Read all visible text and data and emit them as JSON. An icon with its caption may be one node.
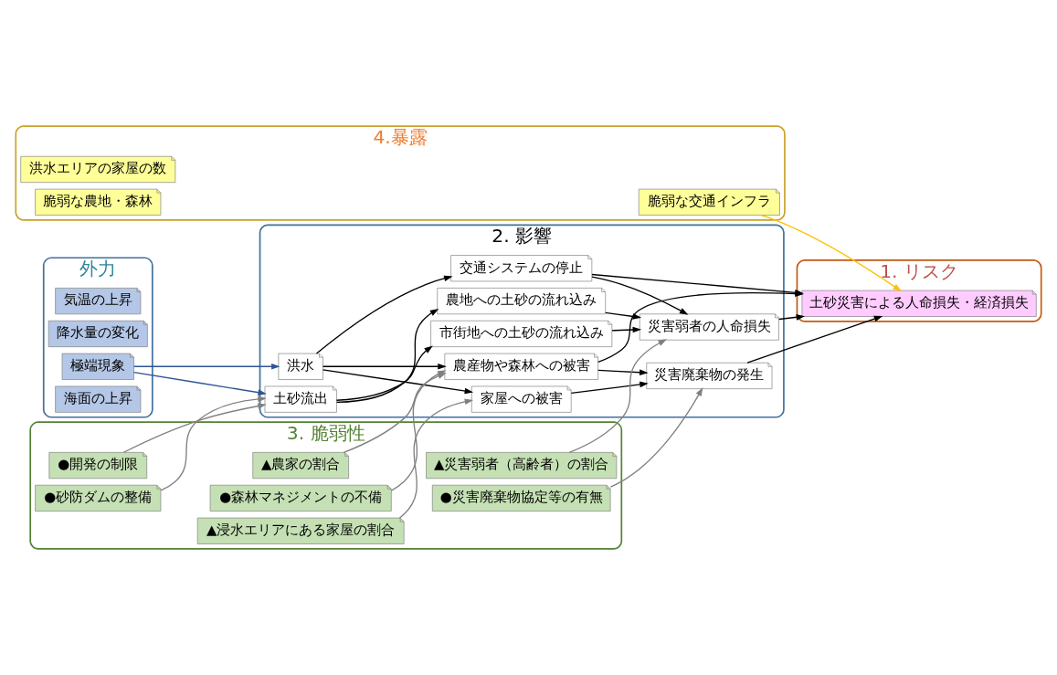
{
  "diagram": {
    "nodes": [
      {
        "text": [
          "外力"
        ]
      },
      {
        "text": [
          "気温の上昇"
        ],
        "in": 0
      },
      {
        "text": [
          "降水量の変化"
        ],
        "in": 0
      },
      {
        "text": [
          "極端現象"
        ],
        "in": 0
      },
      {
        "text": [
          "海面の上昇"
        ],
        "in": 0
      },
      {
        "text": [
          "2. 影響"
        ]
      },
      {
        "text": [
          "土砂流出"
        ],
        "in": 5
      },
      {
        "text": [
          "洪水"
        ],
        "in": 5
      },
      {
        "text": [
          "市街地への土砂の流れ込み"
        ],
        "in": 5
      },
      {
        "text": [
          "農地への土砂の流れ込み"
        ],
        "in": 5
      },
      {
        "text": [
          "家屋への被害"
        ],
        "in": 5
      },
      {
        "text": [
          "交通システムの停止"
        ],
        "in": 5
      },
      {
        "text": [
          "農産物や森林への被害"
        ],
        "in": 5
      },
      {
        "text": [
          "災害弱者の人命損失"
        ],
        "in": 5
      },
      {
        "text": [
          "災害廃棄物の発生"
        ],
        "in": 5
      },
      {
        "text": [
          "3. 脆弱性"
        ]
      },
      {
        "text": [
          "●開発の制限"
        ],
        "in": 15
      },
      {
        "text": [
          "●砂防ダムの整備"
        ],
        "in": 15
      },
      {
        "text": [
          "▲浸水エリアにある家屋の割合"
        ],
        "in": 15
      },
      {
        "text": [
          "▲農家の割合"
        ],
        "in": 15
      },
      {
        "text": [
          "●森林マネジメントの不備"
        ],
        "in": 15
      },
      {
        "text": [
          "▲災害弱者（高齢者）の割合"
        ],
        "in": 15
      },
      {
        "text": [
          "●災害廃棄物協定等の有無"
        ],
        "in": 15
      },
      {
        "text": [
          "4.暴露"
        ]
      },
      {
        "text": [
          "洪水エリアの家屋の数"
        ],
        "in": 23
      },
      {
        "text": [
          "脆弱な交通インフラ"
        ],
        "in": 23
      },
      {
        "text": [
          "脆弱な農地・森林"
        ],
        "in": 23
      },
      {
        "text": [
          "1. リスク"
        ]
      },
      {
        "text": [
          "土砂災害による人命損失・経済損失"
        ],
        "in": 27
      }
    ],
    "edges": [
      {
        "from": 3,
        "to": 6,
        "arrow": "to",
        "color": "#2f5597"
      },
      {
        "from": 3,
        "to": 7,
        "arrow": "to",
        "color": "#2f5597"
      },
      {
        "from": 6,
        "to": 8,
        "arrow": "to"
      },
      {
        "from": 6,
        "to": 9,
        "arrow": "to"
      },
      {
        "from": 7,
        "to": 10,
        "arrow": "to"
      },
      {
        "from": 7,
        "to": 11,
        "arrow": "to"
      },
      {
        "from": 7,
        "to": 12,
        "arrow": "to"
      },
      {
        "from": 8,
        "to": 13,
        "arrow": "to"
      },
      {
        "from": 9,
        "to": 13,
        "arrow": "to"
      },
      {
        "from": 11,
        "to": 13,
        "arrow": "to"
      },
      {
        "from": 10,
        "to": 14,
        "arrow": "to"
      },
      {
        "from": 12,
        "to": 14,
        "arrow": "to"
      },
      {
        "from": 13,
        "to": 28,
        "arrow": "to"
      },
      {
        "from": 14,
        "to": 28,
        "arrow": "to"
      },
      {
        "from": 11,
        "to": 28,
        "arrow": "to"
      },
      {
        "from": 12,
        "to": 28,
        "arrow": "to"
      },
      {
        "from": 25,
        "to": 28,
        "arrow": "to",
        "color": "#ffc000"
      },
      {
        "from": 16,
        "to": 6,
        "arrow": "to",
        "color": "#808080"
      },
      {
        "from": 17,
        "to": 6,
        "arrow": "to",
        "color": "#808080"
      },
      {
        "from": 18,
        "to": 10,
        "arrow": "to",
        "color": "#808080"
      },
      {
        "from": 19,
        "to": 12,
        "arrow": "to",
        "color": "#808080"
      },
      {
        "from": 20,
        "to": 12,
        "arrow": "to",
        "color": "#808080"
      },
      {
        "from": 21,
        "to": 13,
        "arrow": "to",
        "color": "#808080"
      },
      {
        "from": 22,
        "to": 14,
        "arrow": "to",
        "color": "#808080"
      }
    ]
  }
}
